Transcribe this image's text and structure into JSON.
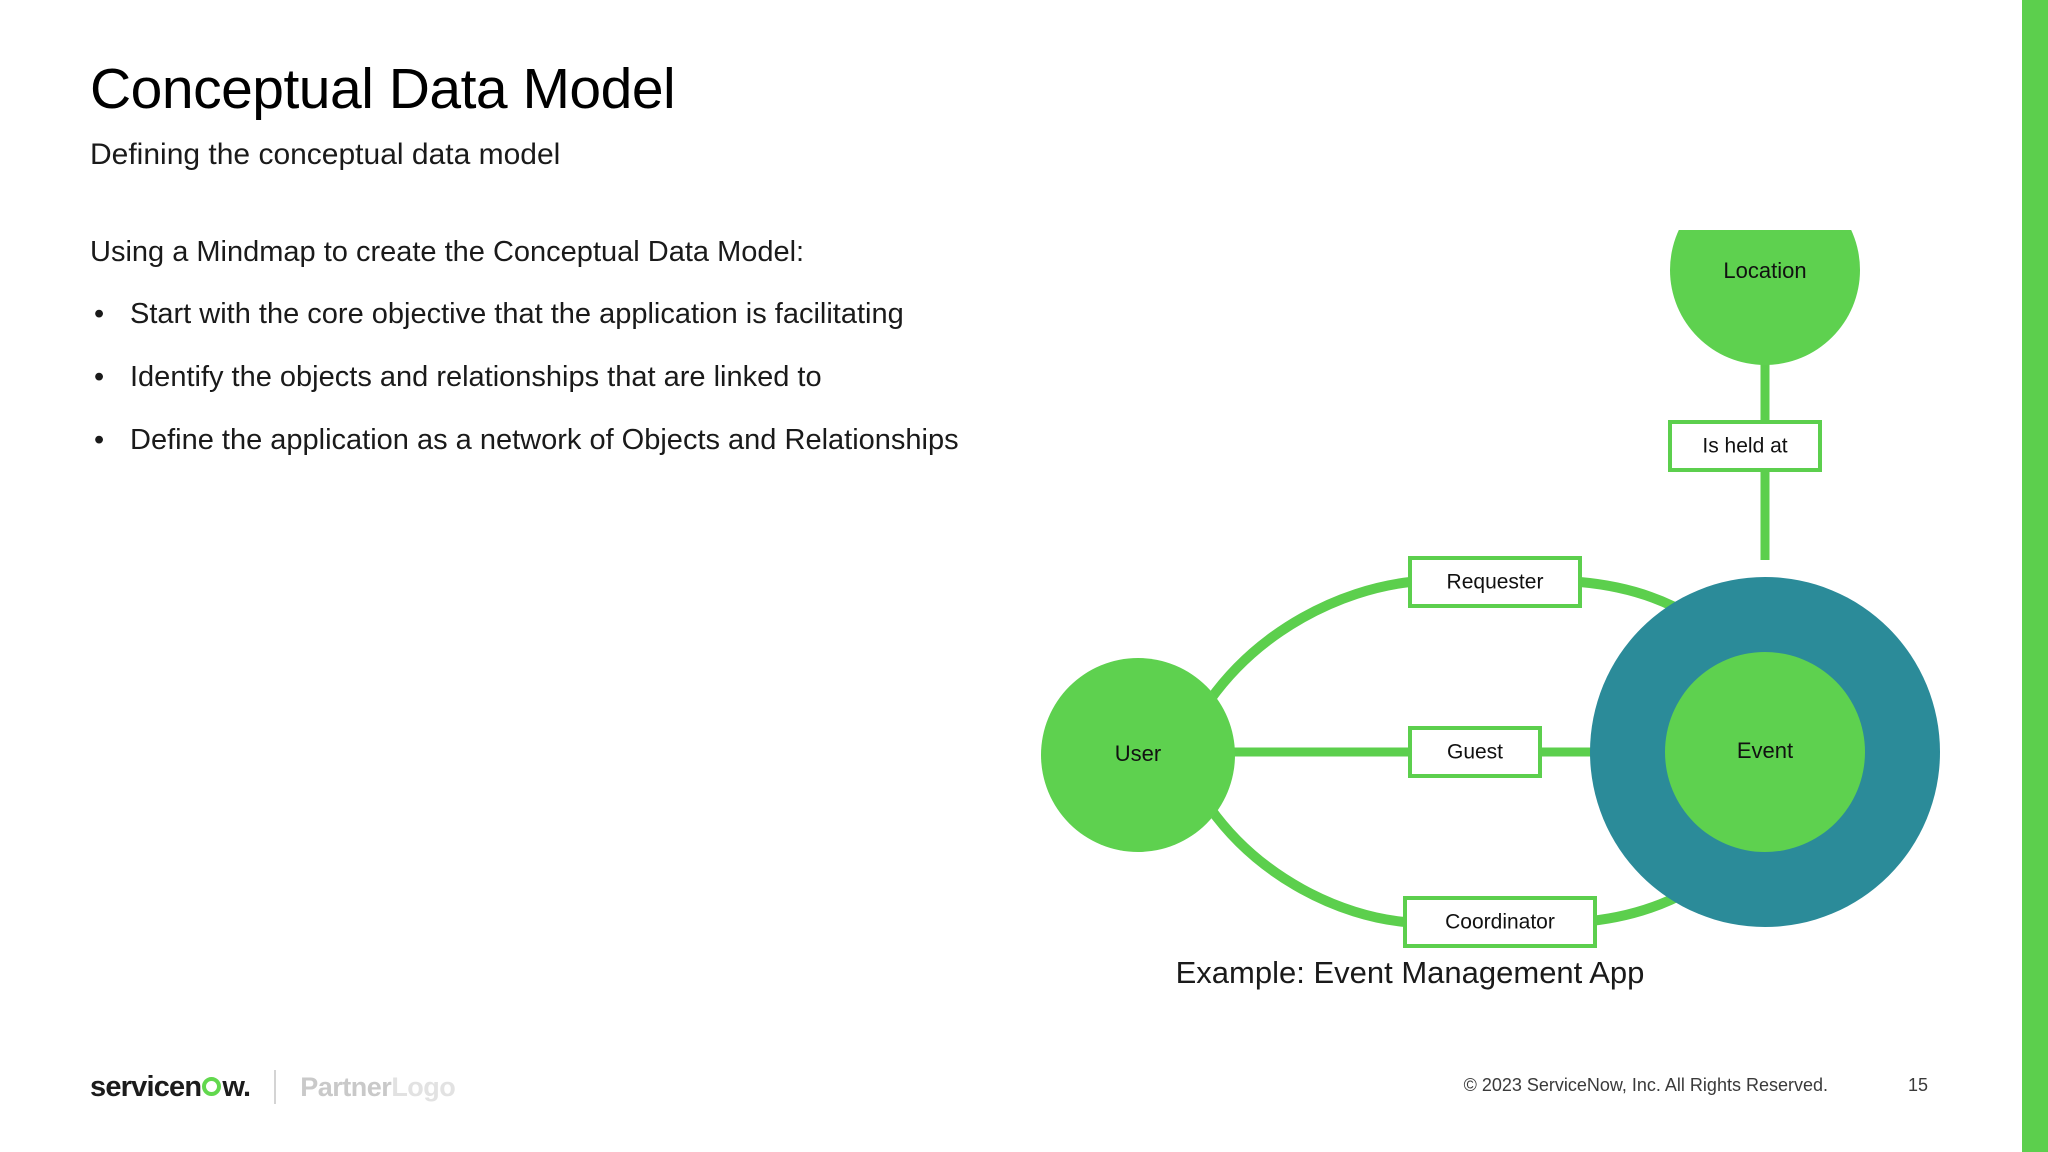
{
  "slide": {
    "title": "Conceptual Data Model",
    "subtitle": "Defining the conceptual data model",
    "lead_line": "Using a Mindmap to create the Conceptual Data Model:",
    "bullet_marker": "•",
    "bullets": [
      "Start with the core objective that the application is facilitating",
      "Identify the objects and relationships that are linked to",
      "Define the application as a network of Objects and Relationships"
    ]
  },
  "diagram": {
    "caption": "Example: Event Management App",
    "colors": {
      "green": "#5ccf4d",
      "green_node": "#5ed14f",
      "teal": "#2b8b99",
      "box_border": "#5ccf4d",
      "box_fill": "#ffffff",
      "label_text": "#111111"
    },
    "nodes": [
      {
        "id": "location",
        "label": "Location",
        "shape": "circle",
        "fill": "green"
      },
      {
        "id": "event",
        "label": "Event",
        "shape": "circle",
        "fill": "green",
        "halo": "teal"
      },
      {
        "id": "user",
        "label": "User",
        "shape": "circle",
        "fill": "green"
      }
    ],
    "relationships": [
      {
        "id": "is-held-at",
        "label": "Is held at",
        "from": "location",
        "to": "event"
      },
      {
        "id": "requester",
        "label": "Requester",
        "from": "user",
        "to": "event"
      },
      {
        "id": "guest",
        "label": "Guest",
        "from": "user",
        "to": "event"
      },
      {
        "id": "coordinator",
        "label": "Coordinator",
        "from": "user",
        "to": "event"
      }
    ]
  },
  "footer": {
    "brand_pre": "servicen",
    "brand_post": "w.",
    "partner_logo_part1": "Partner",
    "partner_logo_part2": "Logo",
    "copyright": "© 2023 ServiceNow, Inc. All Rights Reserved.",
    "page_number": "15"
  }
}
